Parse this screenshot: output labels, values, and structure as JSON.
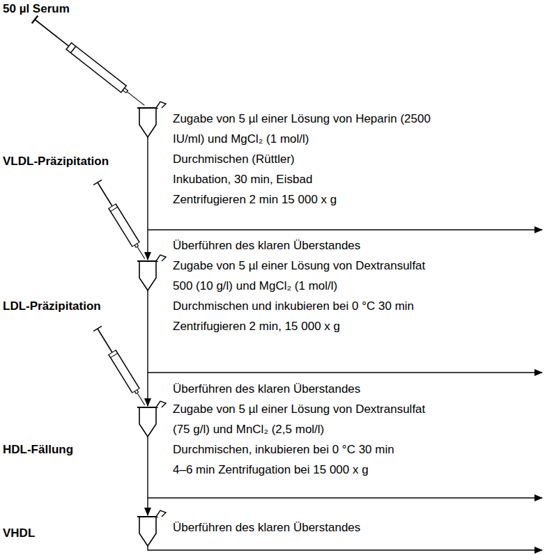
{
  "diagram": {
    "labels": [
      "50 µl Serum",
      "Zugabe von 5 µl einer Lösung von Heparin (2500 IU/ml) und MgCl₂ (1 mol/l)",
      "Durchmischen (Rüttler)",
      "Inkubation, 30 min, Eisbad",
      "Zentrifugieren 2 min 15 000 x g",
      "VLDL-Präzipitation",
      "Überführen des klaren Überstandes",
      "Zugabe von 5 µl einer Lösung von Dextransulfat 500 (10 g/l) und MgCl₂ (1 mol/l)",
      "Durchmischen und inkubieren bei 0 °C 30 min",
      "Zentrifugieren 2 min, 15 000 x g",
      "LDL-Präzipitation",
      "Überführen des klaren Überstandes",
      "Zugabe von 5 µl einer Lösung von Dextransulfat (75 g/l) und MnCl₂ (2,5 mol/l)",
      "Durchmischen, inkubieren bei 0 °C 30 min",
      "4–6 min Zentrifugation bei 15 000 x g",
      "HDL-Fällung",
      "VHDL",
      "Überführen des klaren Überstandes"
    ]
  }
}
